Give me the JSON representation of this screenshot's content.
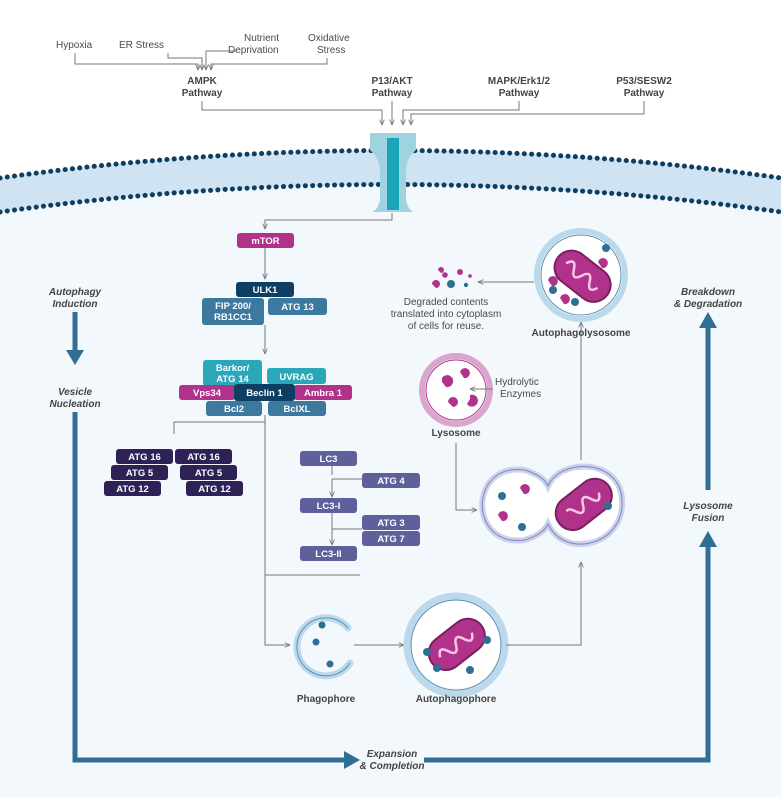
{
  "colors": {
    "blue_dark": "#2f6f93",
    "blue_steel": "#3d789e",
    "teal": "#2aa8ba",
    "navy": "#0e3f63",
    "magenta": "#b1328a",
    "purple_dark": "#2e2156",
    "periwinkle": "#5f5f9c",
    "membrane": "#cfe3f2",
    "cytoplasm": "#f3f8fc"
  },
  "stress": {
    "hypoxia": "Hypoxia",
    "er": "ER Stress",
    "nutrient": [
      "Nutrient",
      "Deprivation"
    ],
    "oxidative": [
      "Oxidative",
      "Stress"
    ]
  },
  "pathways": {
    "ampk": [
      "AMPK",
      "Pathway"
    ],
    "p13": [
      "P13/AKT",
      "Pathway"
    ],
    "mapk": [
      "MAPK/Erk1/2",
      "Pathway"
    ],
    "p53": [
      "P53/SESW2",
      "Pathway"
    ]
  },
  "proteins": {
    "mtor": "mTOR",
    "ulk1": "ULK1",
    "fip200": [
      "FIP 200/",
      "RB1CC1"
    ],
    "atg13": "ATG 13",
    "barkor": [
      "Barkor/",
      "ATG 14"
    ],
    "uvrag": "UVRAG",
    "vps34": "Vps34",
    "beclin1": "Beclin 1",
    "ambra1": "Ambra 1",
    "bcl2": "Bcl2",
    "bclxl": "BclXL",
    "atg16_a": "ATG 16",
    "atg16_b": "ATG 16",
    "atg5_a": "ATG 5",
    "atg5_b": "ATG 5",
    "atg12_a": "ATG 12",
    "atg12_b": "ATG 12",
    "lc3": "LC3",
    "atg4": "ATG 4",
    "lc3_i": "LC3-I",
    "atg3": "ATG 3",
    "atg7": "ATG 7",
    "lc3_ii": "LC3-II"
  },
  "stages": {
    "induction": [
      "Autophagy",
      "Induction"
    ],
    "nucleation": [
      "Vesicle",
      "Nucleation"
    ],
    "expansion": [
      "Expansion",
      "& Completion"
    ],
    "fusion": [
      "Lysosome",
      "Fusion"
    ],
    "breakdown": [
      "Breakdown",
      "& Degradation"
    ]
  },
  "structures": {
    "phagophore": "Phagophore",
    "autophagophore": "Autophagophore",
    "lysosome": "Lysosome",
    "hydrolytic": [
      "Hydrolytic",
      "Enzymes"
    ],
    "autophagolysosome": "Autophagolysosome",
    "degraded": [
      "Degraded contents",
      "translated into cytoplasm",
      "of cells for reuse."
    ]
  }
}
